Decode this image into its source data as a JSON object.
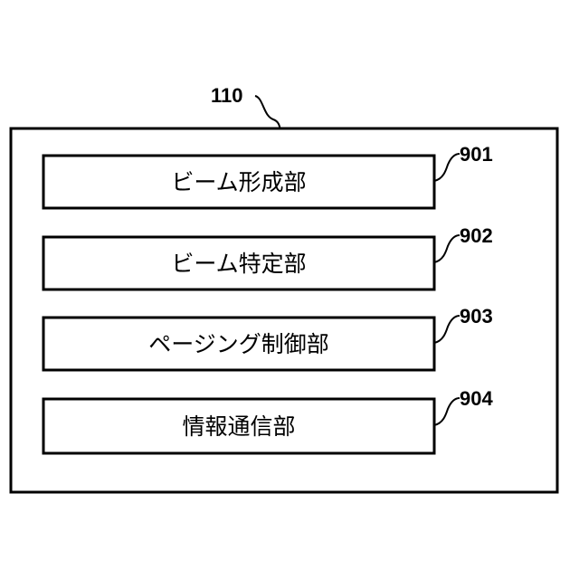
{
  "device": {
    "ref": "110"
  },
  "blocks": [
    {
      "label": "ビーム形成部",
      "ref": "901"
    },
    {
      "label": "ビーム特定部",
      "ref": "902"
    },
    {
      "label": "ページング制御部",
      "ref": "903"
    },
    {
      "label": "情報通信部",
      "ref": "904"
    }
  ]
}
